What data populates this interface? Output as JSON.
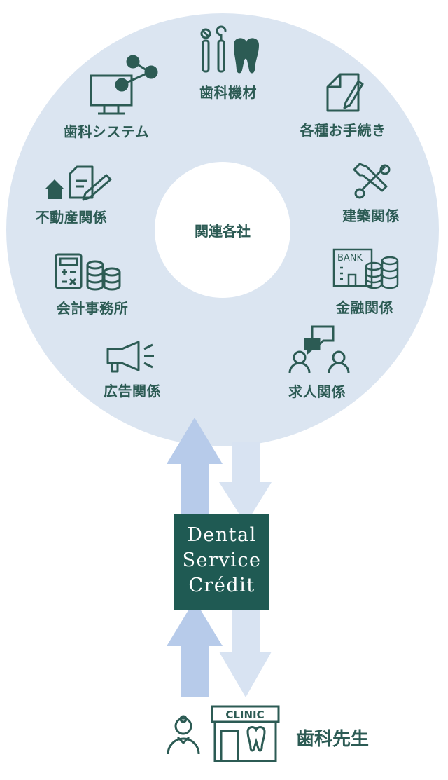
{
  "center": {
    "label": "関連各社"
  },
  "categories": [
    {
      "label": "歯科機材",
      "icon": "dental-tools-tooth-icon"
    },
    {
      "label": "各種お手続き",
      "icon": "document-pen-icon"
    },
    {
      "label": "建築関係",
      "icon": "hammer-wrench-icon"
    },
    {
      "label": "金融関係",
      "icon": "bank-coins-icon"
    },
    {
      "label": "求人関係",
      "icon": "people-chat-icon"
    },
    {
      "label": "広告関係",
      "icon": "megaphone-icon"
    },
    {
      "label": "会計事務所",
      "icon": "calculator-coins-icon"
    },
    {
      "label": "不動産関係",
      "icon": "house-contract-icon"
    },
    {
      "label": "歯科システム",
      "icon": "computer-network-icon"
    }
  ],
  "hub": {
    "line1": "Dental",
    "line2": "Service",
    "line3": "Crédit"
  },
  "clinic": {
    "sign": "CLINIC",
    "label": "歯科先生",
    "bank_text": "BANK"
  },
  "colors": {
    "circle": "#dbe5f1",
    "dark": "#2c5b54",
    "box": "#1f5a53",
    "arrow_up": "#b7cbea",
    "arrow_down": "#d8e3f2"
  }
}
